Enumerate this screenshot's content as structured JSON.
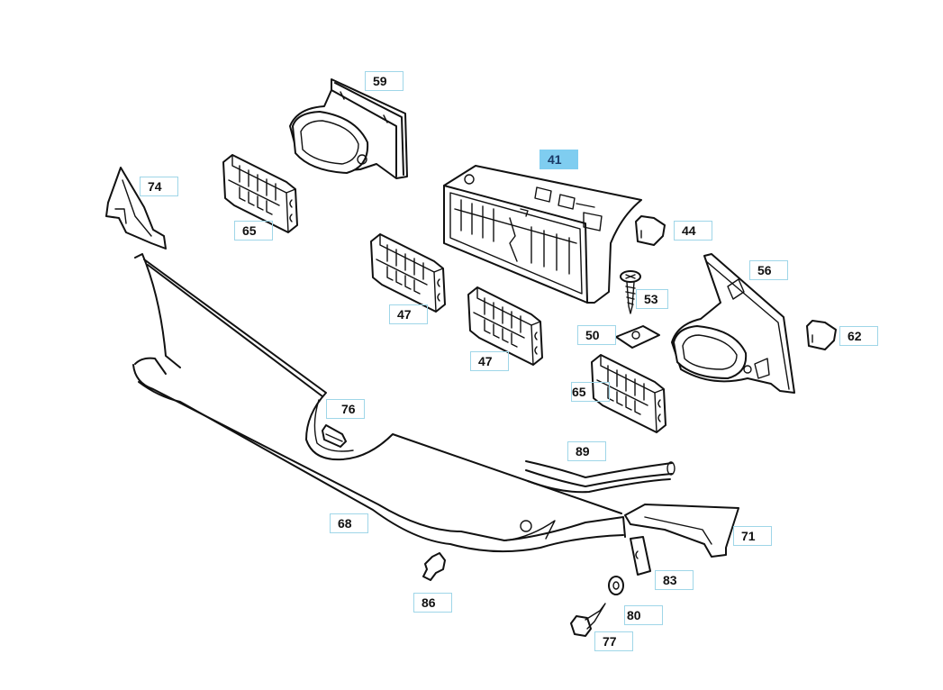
{
  "diagram": {
    "type": "exploded-parts-view",
    "highlight_color": "#7fcdf0",
    "label_border_color": "#9fd6e8",
    "selected_part": "41",
    "callouts": [
      {
        "id": "59",
        "label": "59",
        "part": "air-duct-left"
      },
      {
        "id": "41",
        "label": "41",
        "part": "center-vent-panel",
        "selected": true
      },
      {
        "id": "74",
        "label": "74",
        "part": "left-corner-trim"
      },
      {
        "id": "65a",
        "label": "65",
        "part": "vent-grille-insert"
      },
      {
        "id": "44",
        "label": "44",
        "part": "clip"
      },
      {
        "id": "56",
        "label": "56",
        "part": "air-duct-right"
      },
      {
        "id": "53",
        "label": "53",
        "part": "screw"
      },
      {
        "id": "62",
        "label": "62",
        "part": "clip"
      },
      {
        "id": "47a",
        "label": "47",
        "part": "vent-grille-insert"
      },
      {
        "id": "50",
        "label": "50",
        "part": "speed-nut"
      },
      {
        "id": "47b",
        "label": "47",
        "part": "vent-grille-insert"
      },
      {
        "id": "65b",
        "label": "65",
        "part": "vent-grille-insert"
      },
      {
        "id": "76",
        "label": "76",
        "part": "clip"
      },
      {
        "id": "89",
        "label": "89",
        "part": "seal-strip"
      },
      {
        "id": "68",
        "label": "68",
        "part": "lower-dash-panel"
      },
      {
        "id": "71",
        "label": "71",
        "part": "right-corner-trim"
      },
      {
        "id": "83",
        "label": "83",
        "part": "bracket"
      },
      {
        "id": "86",
        "label": "86",
        "part": "push-rivet"
      },
      {
        "id": "80",
        "label": "80",
        "part": "washer"
      },
      {
        "id": "77",
        "label": "77",
        "part": "bolt"
      }
    ]
  }
}
